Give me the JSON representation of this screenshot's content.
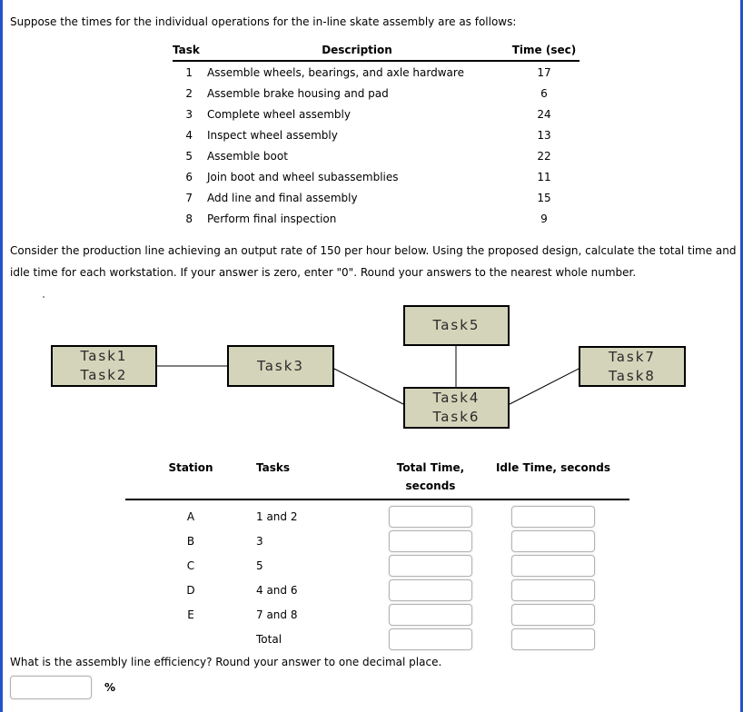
{
  "colors": {
    "page_border": "#2551c8",
    "diagram_box_fill": "#d4d4ba",
    "diagram_box_border": "#000000",
    "input_border": "#b3b3b3"
  },
  "intro": "Suppose the times for the individual operations for the in-line skate assembly are as follows:",
  "task_table": {
    "headers": {
      "task": "Task",
      "description": "Description",
      "time": "Time (sec)"
    },
    "rows": [
      {
        "num": "1",
        "desc": "Assemble wheels, bearings, and axle hardware",
        "time": "17"
      },
      {
        "num": "2",
        "desc": "Assemble brake housing and pad",
        "time": "6"
      },
      {
        "num": "3",
        "desc": "Complete wheel assembly",
        "time": "24"
      },
      {
        "num": "4",
        "desc": "Inspect wheel assembly",
        "time": "13"
      },
      {
        "num": "5",
        "desc": "Assemble boot",
        "time": "22"
      },
      {
        "num": "6",
        "desc": "Join boot and wheel subassemblies",
        "time": "11"
      },
      {
        "num": "7",
        "desc": "Add line and final assembly",
        "time": "15"
      },
      {
        "num": "8",
        "desc": "Perform final inspection",
        "time": "9"
      }
    ]
  },
  "instructions": "Consider the production line achieving an output rate of 150 per hour below. Using the proposed design, calculate the total time and idle time for each workstation. If your answer is zero, enter \"0\". Round your answers to the nearest whole number.",
  "diagram": {
    "stations": [
      {
        "line1": "Task1",
        "line2": "Task2"
      },
      {
        "line1": "Task3",
        "line2": ""
      },
      {
        "line1": "Task5",
        "line2": ""
      },
      {
        "line1": "Task4",
        "line2": "Task6"
      },
      {
        "line1": "Task7",
        "line2": "Task8"
      }
    ]
  },
  "station_table": {
    "headers": {
      "station": "Station",
      "tasks": "Tasks",
      "total_time_line1": "Total Time,",
      "total_time_line2": "seconds",
      "idle_time": "Idle Time, seconds"
    },
    "rows": [
      {
        "station": "A",
        "tasks": "1 and 2"
      },
      {
        "station": "B",
        "tasks": "3"
      },
      {
        "station": "C",
        "tasks": "5"
      },
      {
        "station": "D",
        "tasks": "4 and 6"
      },
      {
        "station": "E",
        "tasks": "7 and 8"
      },
      {
        "station": "",
        "tasks": "Total"
      }
    ]
  },
  "efficiency": {
    "question": "What is the assembly line efficiency? Round your answer to one decimal place.",
    "unit": "%"
  }
}
